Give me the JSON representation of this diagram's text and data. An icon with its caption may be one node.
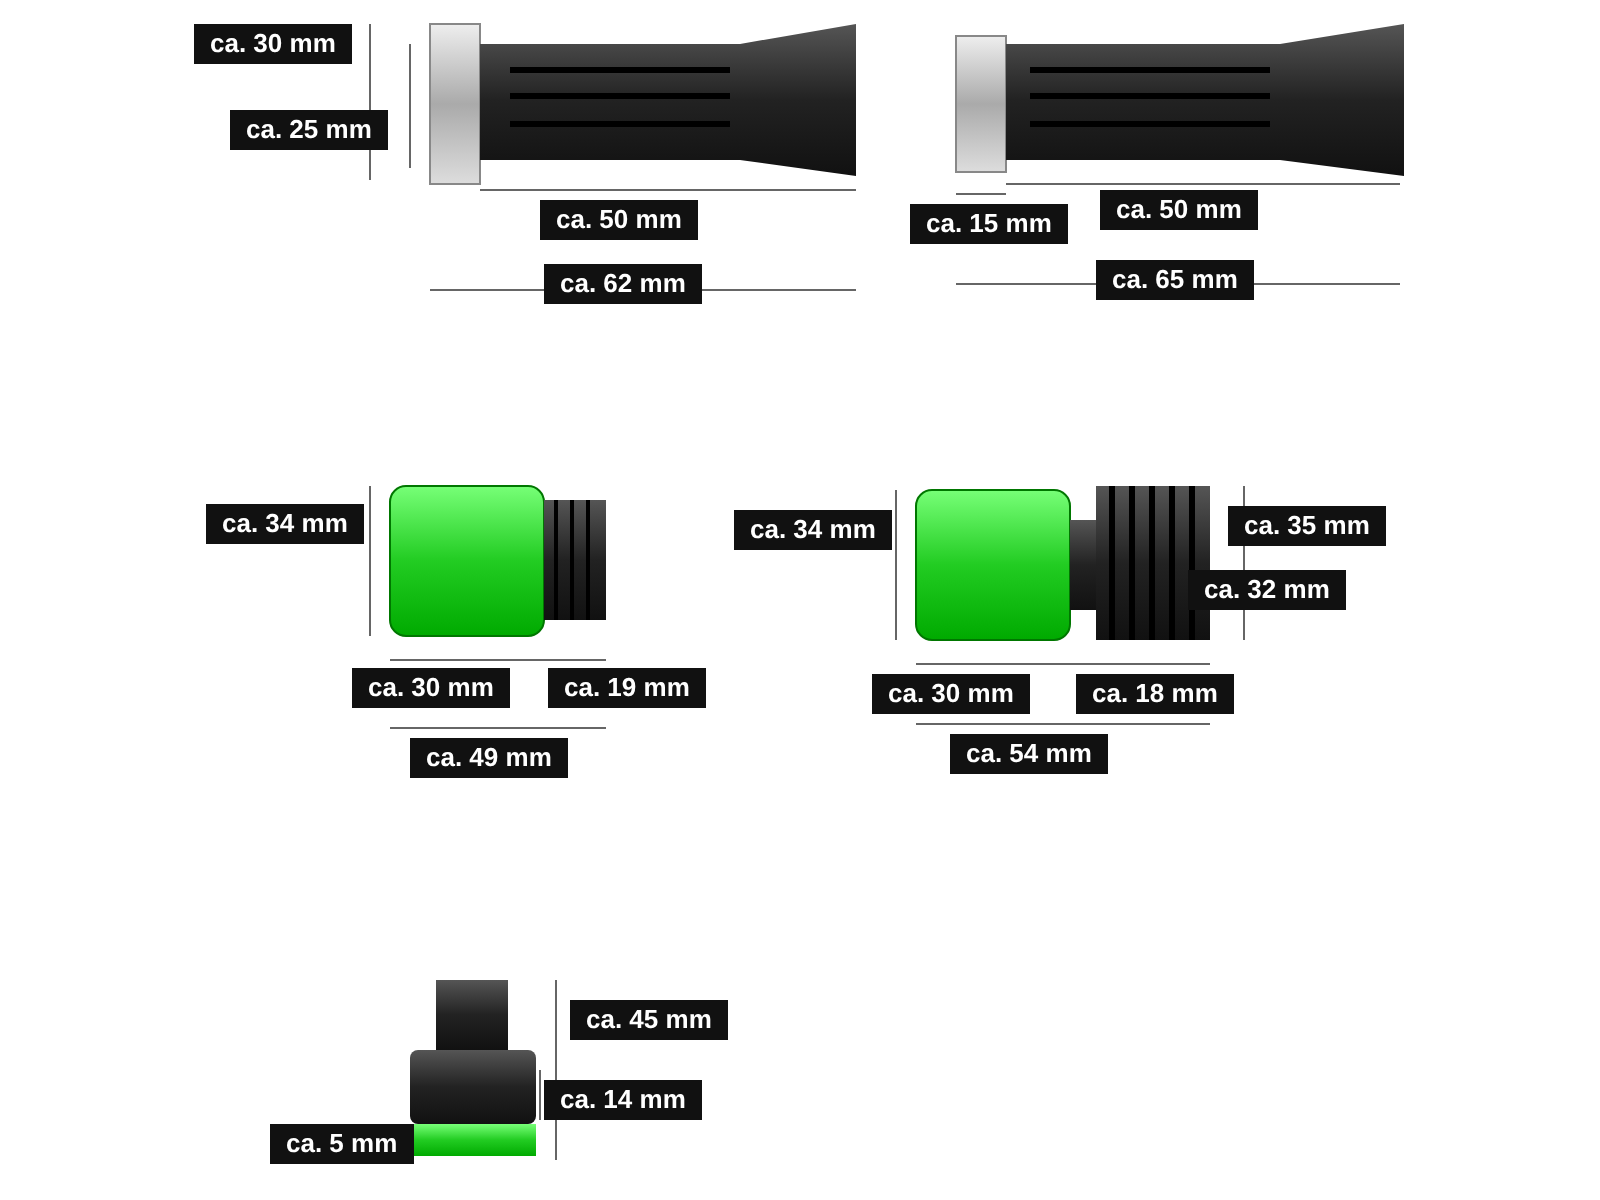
{
  "diagram": {
    "labels": [
      "ca. 30 mm",
      "ca. 25 mm",
      "ca. 50 mm",
      "ca. 15 mm",
      "ca. 50 mm",
      "ca. 62 mm",
      "ca. 65 mm",
      "ca. 34 mm",
      "ca. 34 mm",
      "ca. 35 mm",
      "ca. 32 mm",
      "ca. 30 mm",
      "ca. 19 mm",
      "ca. 30 mm",
      "ca. 18 mm",
      "ca. 49 mm",
      "ca. 54 mm",
      "ca. 45 mm",
      "ca. 14 mm",
      "ca. 5 mm"
    ]
  }
}
